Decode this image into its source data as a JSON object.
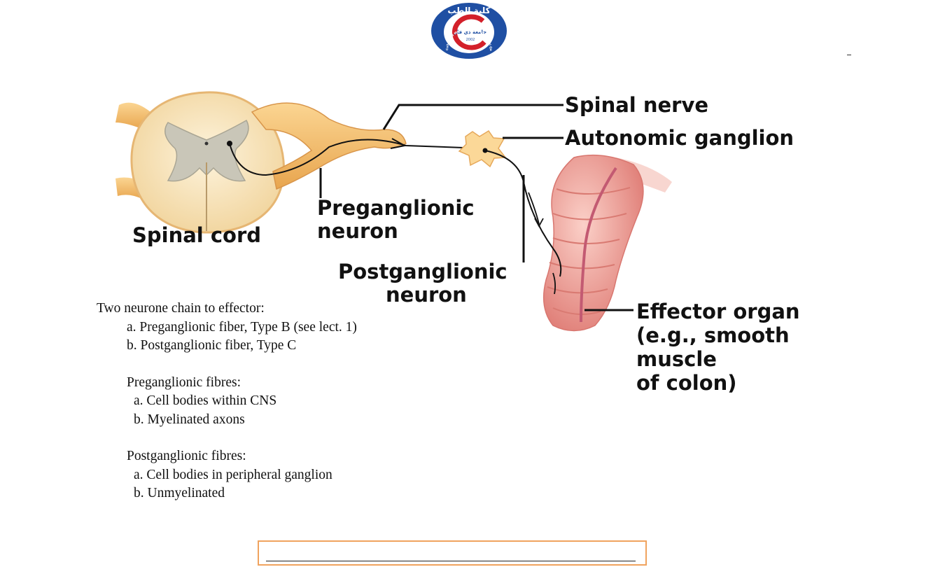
{
  "logo": {
    "arabic_top": "كلية الطب",
    "arabic_center": "جامعة ذي قار",
    "english_ring": "College of Medicine University of Thi Qar",
    "year": "2002",
    "colors": {
      "ring": "#1f4fa3",
      "arc": "#d3202a"
    }
  },
  "diagram": {
    "labels": {
      "spinal_nerve": "Spinal nerve",
      "autonomic_ganglion": "Autonomic ganglion",
      "preganglionic_line1": "Preganglionic",
      "preganglionic_line2": "neuron",
      "spinal_cord": "Spinal cord",
      "postganglionic_line1": "Postganglionic",
      "postganglionic_line2": "neuron",
      "effector_line1": "Effector organ",
      "effector_line2": "(e.g., smooth",
      "effector_line3": "muscle",
      "effector_line4": "of colon)"
    },
    "colors": {
      "tissue": "#f6c27a",
      "cord_fill": "#fbeccb",
      "gray_matter": "#c9c6b8",
      "colon": "#f0a8a0"
    }
  },
  "notes": {
    "heading1": "Two neurone chain to effector:",
    "items1": [
      "a. Preganglionic fiber, Type B (see lect. 1)",
      "b. Postganglionic fiber, Type C"
    ],
    "heading2": "Preganglionic fibres:",
    "items2": [
      "a. Cell bodies within CNS",
      "b. Myelinated axons"
    ],
    "heading3": "Postganglionic fibres:",
    "items3": [
      "a. Cell bodies in peripheral ganglion",
      "b. Unmyelinated"
    ]
  }
}
